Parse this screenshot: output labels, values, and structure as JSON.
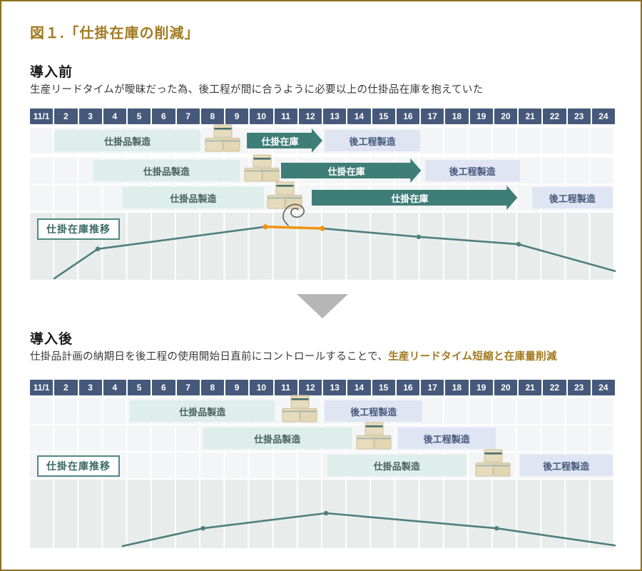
{
  "figure_title": "図１.「仕掛在庫の削減」",
  "colors": {
    "accent_gold": "#a1791f",
    "frame_border": "#8e6f1d",
    "date_header_cell": "#46597b",
    "process_bar_bg": "#ddeeeb",
    "process_bar_text": "#4a625e",
    "stock_arrow_bg": "#3f7d78",
    "after_bar_bg": "#dfe5f3",
    "after_bar_text": "#46597b",
    "trend_line": "#4f7f7e",
    "highlight_orange": "#f0930f",
    "transition_triangle": "#b6b6b6",
    "box_icon_fill": "#e6dcbd",
    "box_icon_stripe": "#47706d"
  },
  "sections": {
    "before": {
      "heading": "導入前",
      "description": "生産リードタイムが曖昧だった為、後工程が間に合うように必要以上の仕掛品在庫を抱えていた"
    },
    "after": {
      "heading": "導入後",
      "description_plain": "仕掛品計画の納期日を後工程の使用開始日直前にコントロールすることで、",
      "description_highlight": "生産リードタイム短縮と在庫量削減"
    }
  },
  "chart_data": [
    {
      "type": "gantt+line",
      "section": "before",
      "x_axis_days": [
        "11/1",
        "2",
        "3",
        "4",
        "5",
        "6",
        "7",
        "8",
        "9",
        "10",
        "11",
        "12",
        "13",
        "14",
        "15",
        "16",
        "17",
        "18",
        "19",
        "20",
        "21",
        "22",
        "23",
        "24"
      ],
      "axis_range": [
        0,
        24
      ],
      "rows": [
        {
          "process": {
            "label": "仕掛品製造",
            "start_day": 1.0,
            "end_day": 7.0
          },
          "boxes_icon_center_day": 7.9,
          "stock_arrow": {
            "label": "仕掛在庫",
            "start_day": 8.9,
            "end_day": 12.0
          },
          "after_process": {
            "label": "後工程製造",
            "start_day": 12.1,
            "end_day": 16.0
          }
        },
        {
          "process": {
            "label": "仕掛品製造",
            "start_day": 2.6,
            "end_day": 8.6
          },
          "boxes_icon_center_day": 9.5,
          "stock_arrow": {
            "label": "仕掛在庫",
            "start_day": 10.3,
            "end_day": 16.05
          },
          "after_process": {
            "label": "後工程製造",
            "start_day": 16.2,
            "end_day": 20.1
          }
        },
        {
          "process": {
            "label": "仕掛品製造",
            "start_day": 3.8,
            "end_day": 9.6
          },
          "boxes_icon_center_day": 10.45,
          "stock_arrow": {
            "label": "仕掛在庫",
            "start_day": 11.55,
            "end_day": 20.0
          },
          "after_process": {
            "label": "後工程製造",
            "start_day": 20.6,
            "end_day": 23.9
          }
        }
      ],
      "trend_line": {
        "label": "仕掛在庫推移",
        "points_day_level": [
          [
            1.0,
            0.98
          ],
          [
            2.78,
            0.54
          ],
          [
            9.66,
            0.21
          ],
          [
            12.0,
            0.235
          ],
          [
            15.95,
            0.36
          ],
          [
            20.05,
            0.47
          ],
          [
            24.0,
            0.87
          ]
        ],
        "marker_indices": [
          1,
          2,
          3,
          4,
          5
        ],
        "highlight_segment": {
          "from_index": 2,
          "to_index": 3
        },
        "swirl_icon": true
      }
    },
    {
      "type": "gantt+line",
      "section": "after",
      "x_axis_days": [
        "11/1",
        "2",
        "3",
        "4",
        "5",
        "6",
        "7",
        "8",
        "9",
        "10",
        "11",
        "12",
        "13",
        "14",
        "15",
        "16",
        "17",
        "18",
        "19",
        "20",
        "21",
        "22",
        "23",
        "24"
      ],
      "axis_range": [
        0,
        24
      ],
      "rows": [
        {
          "process": {
            "label": "仕掛品製造",
            "start_day": 4.1,
            "end_day": 10.05
          },
          "boxes_icon_center_day": 11.05,
          "after_process": {
            "label": "後工程製造",
            "start_day": 12.1,
            "end_day": 16.1
          }
        },
        {
          "process": {
            "label": "仕掛品製造",
            "start_day": 7.1,
            "end_day": 13.2
          },
          "boxes_icon_center_day": 14.1,
          "after_process": {
            "label": "後工程製造",
            "start_day": 15.1,
            "end_day": 19.1
          }
        },
        {
          "process": {
            "label": "仕掛品製造",
            "start_day": 12.2,
            "end_day": 17.9
          },
          "boxes_icon_center_day": 19.0,
          "after_process": {
            "label": "後工程製造",
            "start_day": 20.1,
            "end_day": 23.9
          }
        }
      ],
      "trend_line": {
        "label": "仕掛在庫推移",
        "points_day_level": [
          [
            3.8,
            0.97
          ],
          [
            7.1,
            0.71
          ],
          [
            12.15,
            0.49
          ],
          [
            19.15,
            0.71
          ],
          [
            24.0,
            0.96
          ]
        ],
        "marker_indices": [
          1,
          2,
          3
        ]
      }
    }
  ]
}
